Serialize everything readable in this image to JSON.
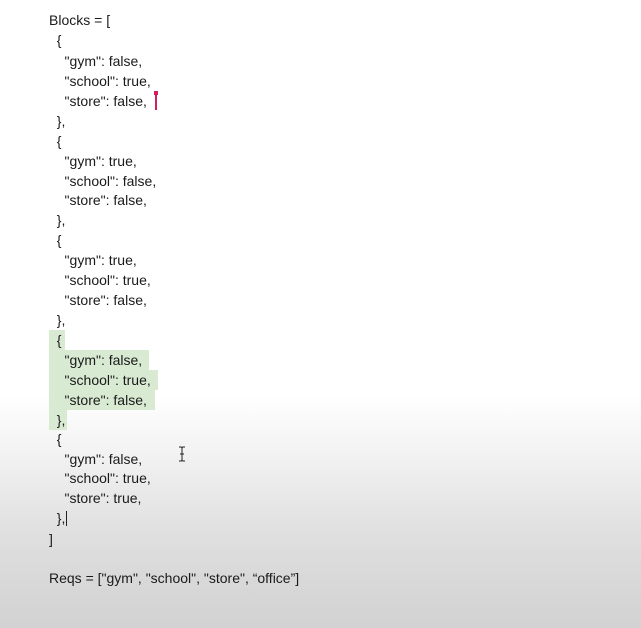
{
  "document": {
    "lines": [
      "Blocks = [",
      "  {",
      "    \"gym\": false,",
      "    \"school\": true,",
      "    \"store\": false,",
      "  },",
      "  {",
      "    \"gym\": true,",
      "    \"school\": false,",
      "    \"store\": false,",
      "  },",
      "  {",
      "    \"gym\": true,",
      "    \"school\": true,",
      "    \"store\": false,",
      "  },",
      "  {",
      "    \"gym\": false,",
      "    \"school\": true,",
      "    \"store\": false,",
      "  },",
      "  {",
      "    \"gym\": false,",
      "    \"school\": true,",
      "    \"store\": true,",
      "  },",
      "]",
      "",
      "Reqs = [\"gym\", \"school\", \"store\", “office”]"
    ],
    "highlight_color": "#d9ead3",
    "collaborator_cursor_color": "#d81b60"
  }
}
